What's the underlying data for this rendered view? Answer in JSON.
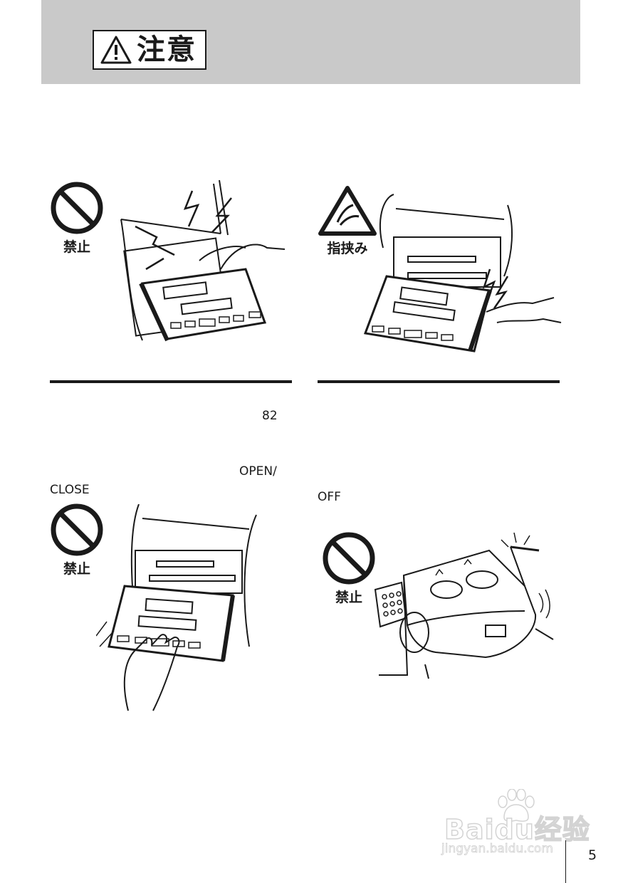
{
  "header": {
    "title": "注意"
  },
  "panels": [
    {
      "symbol_label": "禁止"
    },
    {
      "symbol_label": "指挟み"
    },
    {
      "symbol_label": "禁止"
    },
    {
      "symbol_label": "禁止"
    }
  ],
  "text": {
    "ref_number": "82",
    "open_close_line1": "OPEN/",
    "open_close_line2": "CLOSE",
    "off_label": "OFF"
  },
  "watermark": {
    "brand": "Baidu经验",
    "url": "jingyan.baidu.com"
  },
  "page": {
    "number": "5"
  }
}
